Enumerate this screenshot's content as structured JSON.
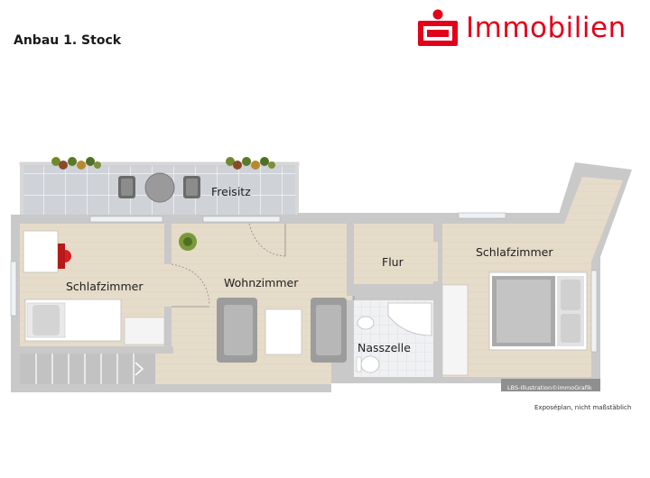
{
  "header": {
    "title": "Anbau 1. Stock",
    "brand": "Immobilien",
    "brand_color": "#e2001a"
  },
  "rooms": {
    "terrace": "Freisitz",
    "bedroom_left": "Schlafzimmer",
    "living": "Wohnzimmer",
    "hall": "Flur",
    "bedroom_right": "Schlafzimmer",
    "bath": "Nasszelle"
  },
  "footer": {
    "credit": "LBS-Illustration©immoGrafik",
    "note": "Exposéplan, nicht maßstäblich"
  },
  "colors": {
    "wall": "#c9c9c9",
    "floor": "#e5dbc9",
    "tile": "#cfd3d8"
  }
}
